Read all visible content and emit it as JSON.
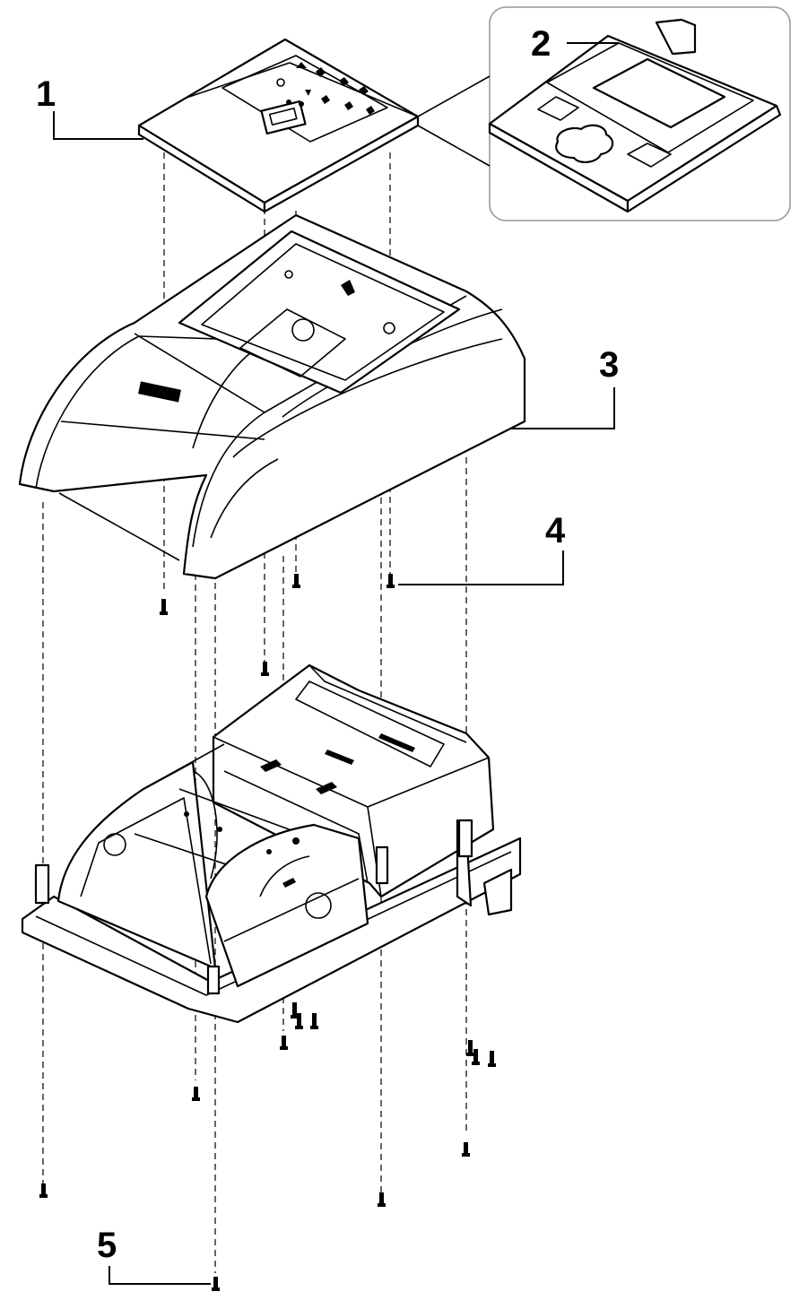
{
  "diagram": {
    "callouts": [
      {
        "id": "1",
        "label": "1"
      },
      {
        "id": "2",
        "label": "2"
      },
      {
        "id": "3",
        "label": "3"
      },
      {
        "id": "4",
        "label": "4"
      },
      {
        "id": "5",
        "label": "5"
      }
    ]
  },
  "colors": {
    "line": "#000000",
    "background": "#ffffff",
    "inset_frame": "#9a9a9a"
  }
}
